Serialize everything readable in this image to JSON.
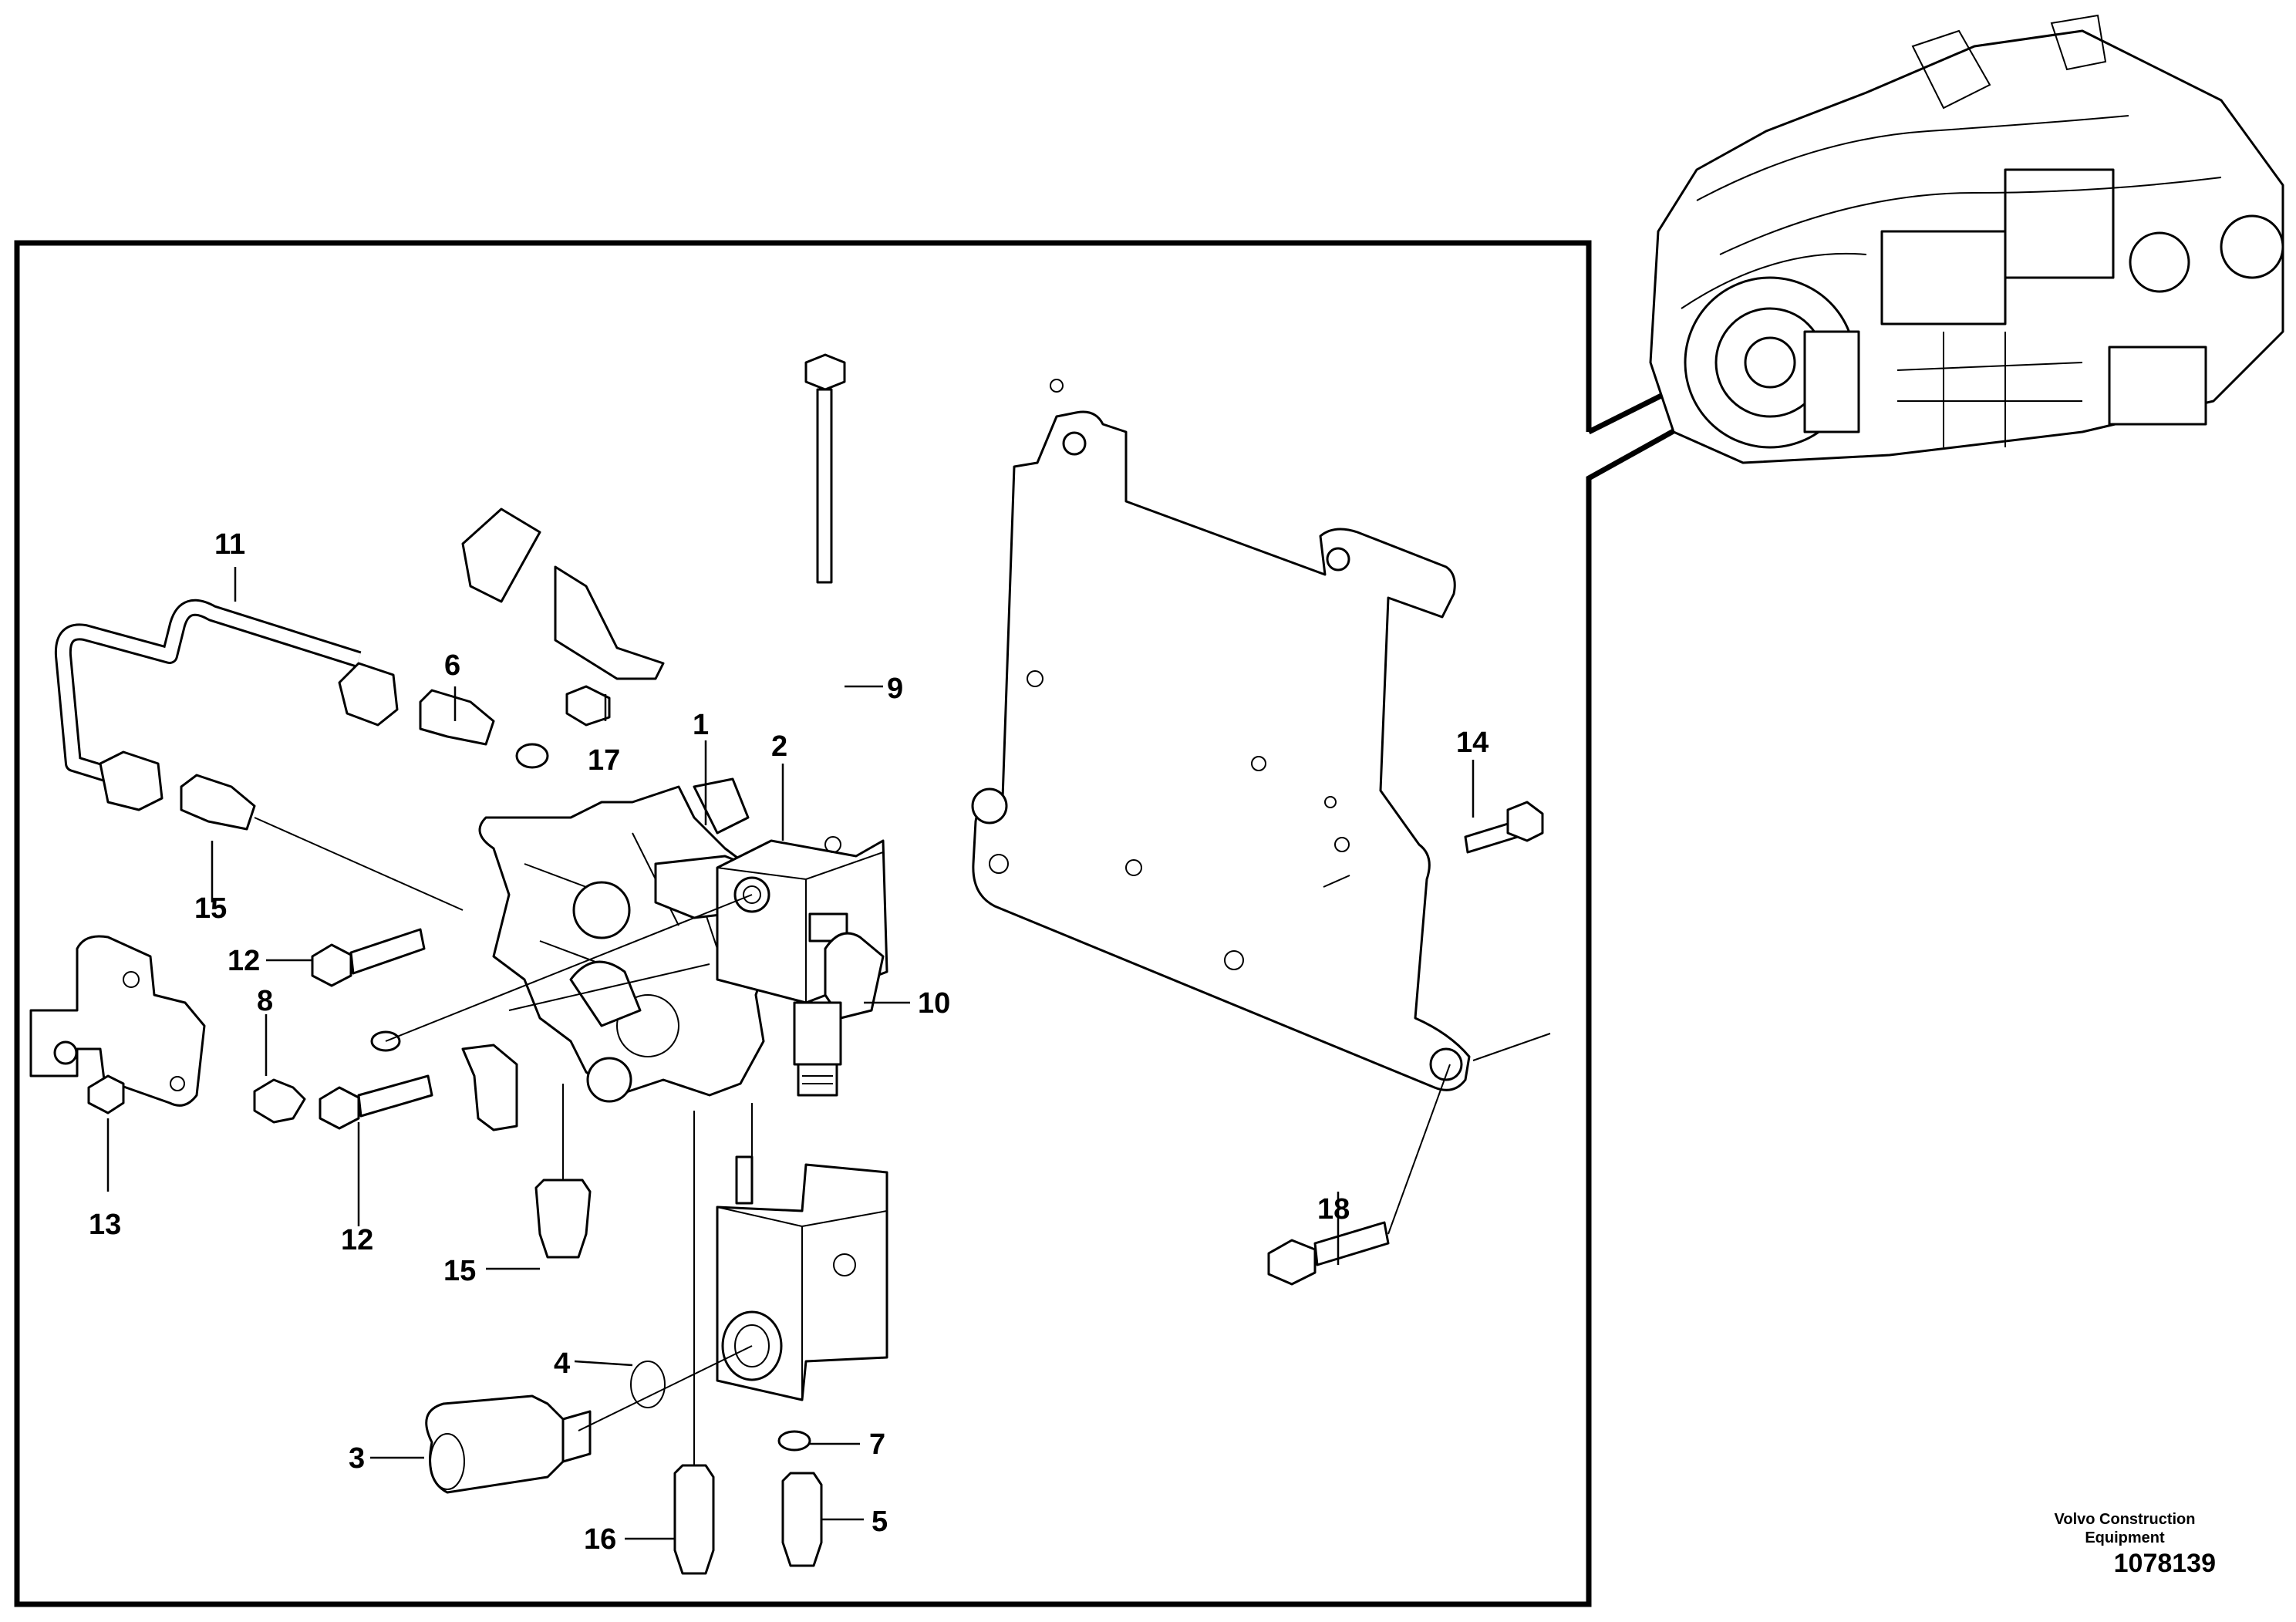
{
  "footer": {
    "brand": "Volvo Construction Equipment",
    "drawing_number": "1078139"
  },
  "callouts": [
    "1",
    "2",
    "3",
    "4",
    "5",
    "6",
    "7",
    "8",
    "9",
    "10",
    "11",
    "12",
    "12",
    "13",
    "14",
    "15",
    "15",
    "16",
    "17",
    "18"
  ],
  "colors": {
    "line": "#000000",
    "background": "#ffffff"
  }
}
